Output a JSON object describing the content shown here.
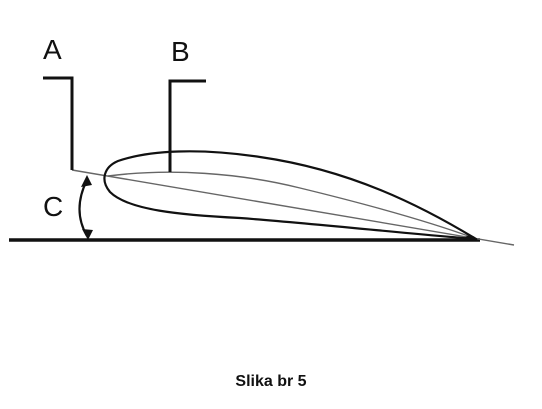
{
  "labels": {
    "a": "A",
    "b": "B",
    "c": "C"
  },
  "caption": "Slika br 5",
  "colors": {
    "ink": "#111111",
    "thin_line": "#555555",
    "background": "#ffffff"
  }
}
